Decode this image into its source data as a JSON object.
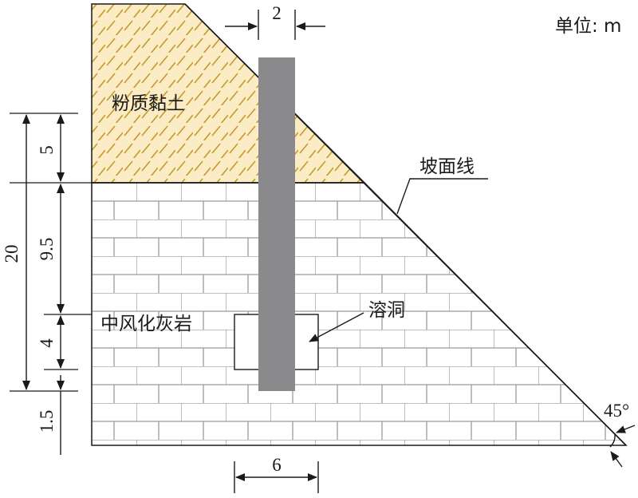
{
  "unit_label": "单位: m",
  "labels": {
    "clay": "粉质黏土",
    "limestone": "中风化灰岩",
    "cave": "溶洞",
    "slope_line": "坡面线",
    "angle": "45°"
  },
  "dimensions": {
    "pile_width": "2",
    "cave_width": "6",
    "clay_thickness": "5",
    "rock_above_cave": "9.5",
    "cave_height": "4",
    "rock_below_cave": "1.5",
    "total": "20"
  },
  "colors": {
    "clay_fill": "#fbecc6",
    "clay_hatch": "#c49a2a",
    "pile": "#8a8a8d",
    "brick_line": "#9a9a9a",
    "outline": "#1a1a1a"
  }
}
